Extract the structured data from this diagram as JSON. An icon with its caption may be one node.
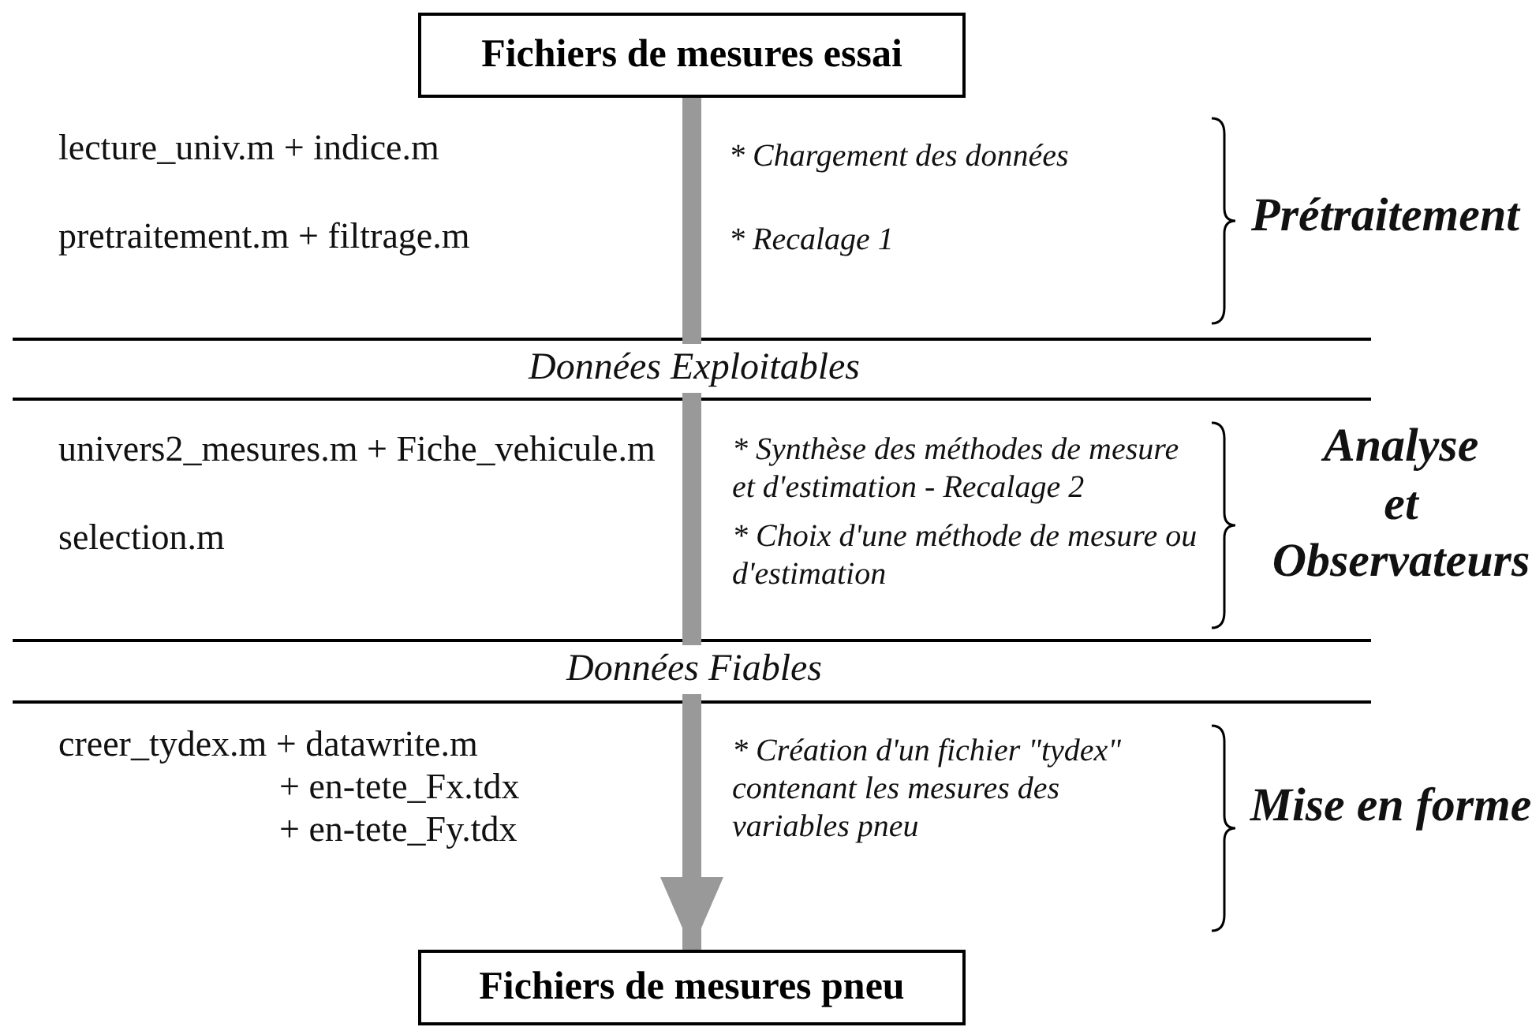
{
  "diagram": {
    "nodes": [
      {
        "text": [
          "Fichiers de mesures essai"
        ]
      },
      {
        "text": [
          "Fichiers de mesures pneu"
        ]
      }
    ],
    "edges": [
      {
        "from": 0,
        "to": 1,
        "arrow": "to"
      }
    ],
    "labels": [
      "lecture_univ.m + indice.m",
      "* Chargement des données",
      "Prétraitement",
      "pretraitement.m + filtrage.m",
      "* Recalage 1",
      "Données Exploitables",
      "univers2_mesures.m + Fiche_vehicule.m",
      "* Synthèse des méthodes de mesure et d'estimation - Recalage 2",
      "Analyse et Observateurs",
      "selection.m",
      "* Choix d'une méthode de mesure ou d'estimation",
      "Données Fiables",
      "creer_tydex.m + datawrite.m",
      "* Création d'un fichier \"tydex\" contenant les mesures des variables pneu",
      "Mise en forme",
      "+ en-tete_Fx.tdx",
      "+ en-tete_Fy.tdx"
    ]
  }
}
